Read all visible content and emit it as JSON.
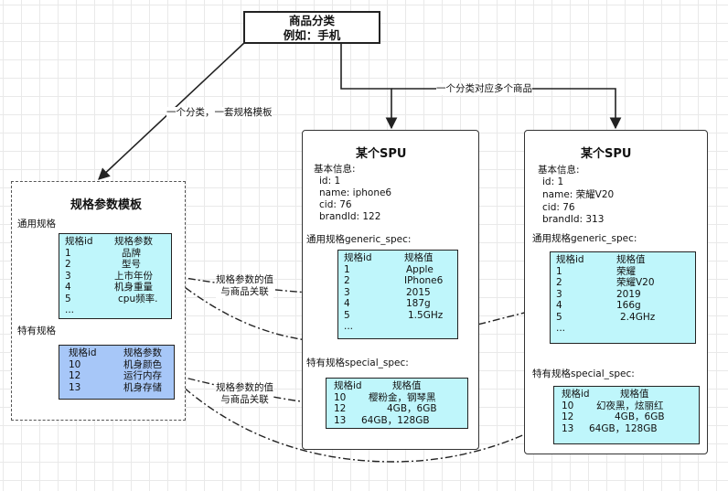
{
  "category": {
    "title": "商品分类",
    "example": "例如：手机"
  },
  "edges": {
    "category_to_template": "一个分类，一套规格模板",
    "category_to_spu": "一个分类对应多个商品",
    "generic_link_line1": "规格参数的值",
    "generic_link_line2": "与商品关联",
    "special_link_line1": "规格参数的值",
    "special_link_line2": "与商品关联"
  },
  "template": {
    "title": "规格参数模板",
    "generic_label": "通用规格",
    "generic_headers": [
      "规格id",
      "规格参数"
    ],
    "generic_rows": [
      [
        "1",
        "品牌"
      ],
      [
        "2",
        "型号"
      ],
      [
        "3",
        "上市年份"
      ],
      [
        "4",
        "机身重量"
      ],
      [
        "5",
        "cpu频率."
      ],
      [
        "...",
        ""
      ]
    ],
    "special_label": "特有规格",
    "special_headers": [
      "规格id",
      "规格参数"
    ],
    "special_rows": [
      [
        "10",
        "机身颜色"
      ],
      [
        "12",
        "运行内存"
      ],
      [
        "13",
        "机身存储"
      ]
    ]
  },
  "spus": [
    {
      "title": "某个SPU",
      "basic_label": "基本信息:",
      "basic": [
        "id:  1",
        "name:  iphone6",
        "cid: 76",
        "brandId: 122"
      ],
      "generic_label": "通用规格generic_spec:",
      "generic_headers": [
        "规格id",
        "规格值"
      ],
      "generic_rows": [
        [
          "1",
          "Apple"
        ],
        [
          "2",
          "IPhone6"
        ],
        [
          "3",
          "2015"
        ],
        [
          "4",
          "187g"
        ],
        [
          "5",
          "1.5GHz"
        ],
        [
          "...",
          ""
        ]
      ],
      "special_label": "特有规格special_spec:",
      "special_headers": [
        "规格id",
        "规格值"
      ],
      "special_rows": [
        [
          "10",
          "樱粉金，钢琴黑"
        ],
        [
          "12",
          "4GB，6GB"
        ],
        [
          "13",
          "64GB，128GB"
        ]
      ]
    },
    {
      "title": "某个SPU",
      "basic_label": "基本信息:",
      "basic": [
        "id:  1",
        "name:  荣耀V20",
        "cid: 76",
        "brandId: 313"
      ],
      "generic_label": "通用规格generic_spec:",
      "generic_headers": [
        "规格id",
        "规格值"
      ],
      "generic_rows": [
        [
          "1",
          "荣耀"
        ],
        [
          "2",
          "荣耀V20"
        ],
        [
          "3",
          "2019"
        ],
        [
          "4",
          "166g"
        ],
        [
          "5",
          "2.4GHz"
        ],
        [
          "...",
          ""
        ]
      ],
      "special_label": "特有规格special_spec:",
      "special_headers": [
        "规格id",
        "规格值"
      ],
      "special_rows": [
        [
          "10",
          "幻夜黑，炫丽红"
        ],
        [
          "12",
          "4GB，6GB"
        ],
        [
          "13",
          "64GB，128GB"
        ]
      ]
    }
  ]
}
